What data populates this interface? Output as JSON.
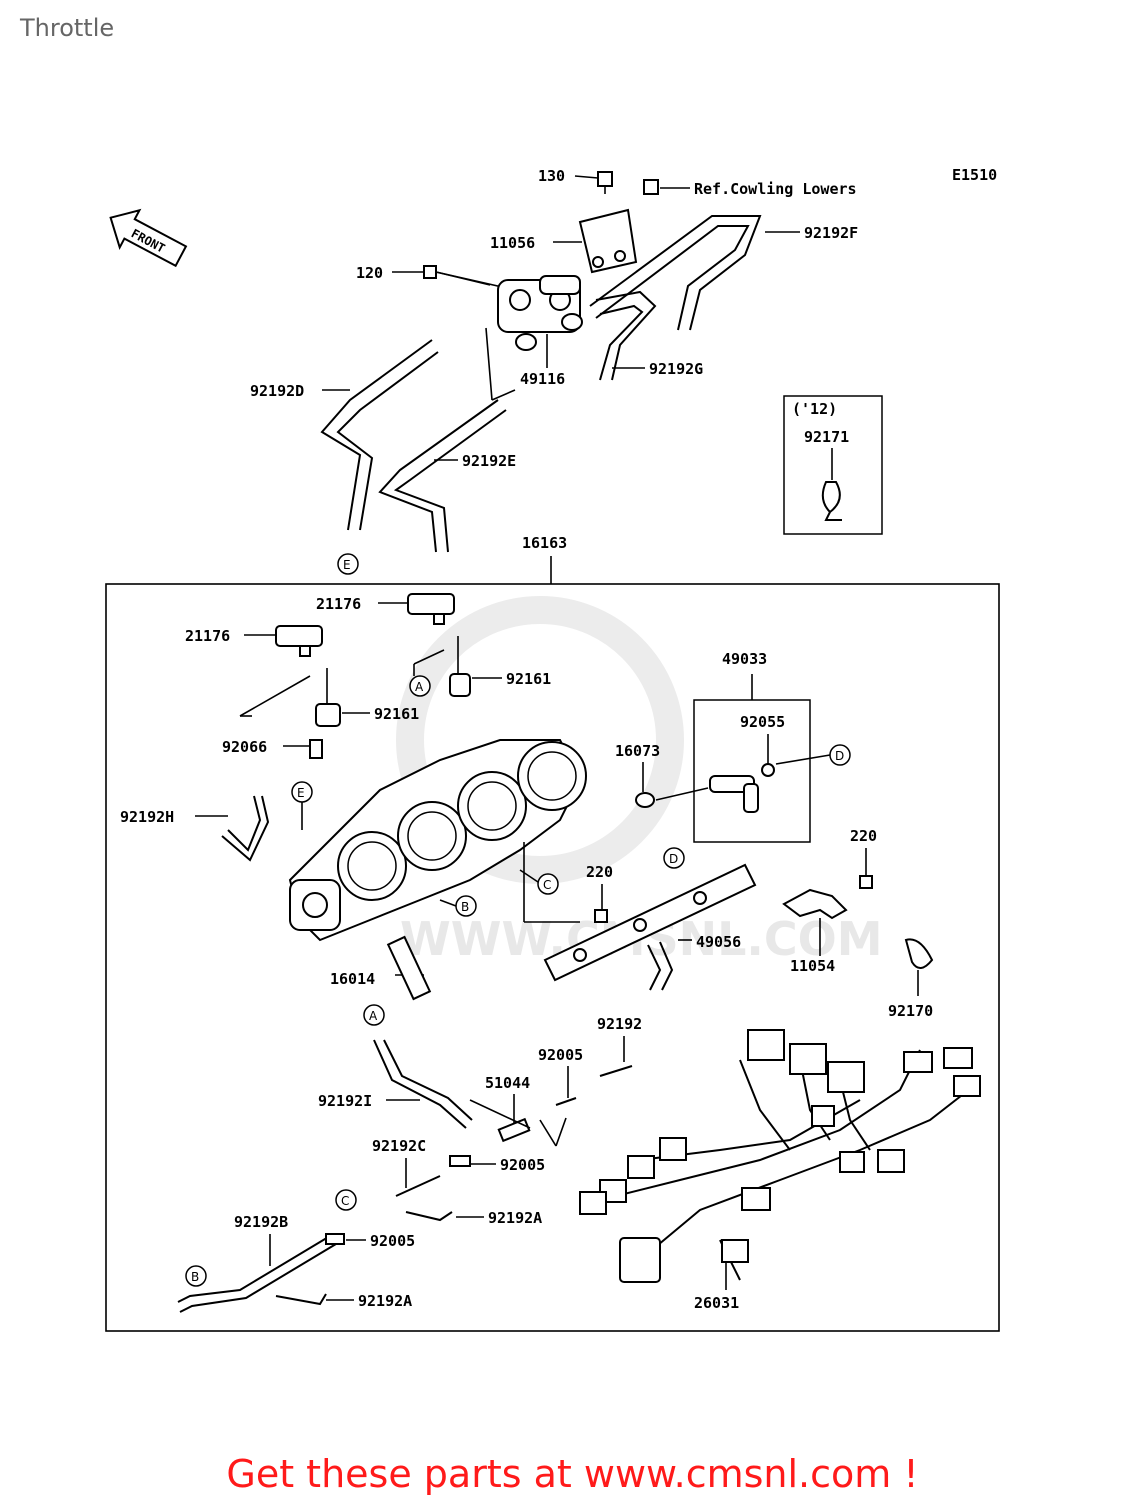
{
  "page": {
    "title": "Throttle",
    "promo": "Get these parts at www.cmsnl.com !"
  },
  "diagram": {
    "code": "E1510",
    "front_label": "FRONT",
    "ref_note": "Ref.Cowling Lowers",
    "year_box": "('12)",
    "watermark": "WWW.CMSNL.COM",
    "callouts": {
      "A": "A",
      "B": "B",
      "C": "C",
      "D": "D",
      "E": "E"
    },
    "parts": {
      "p130": "130",
      "p11056": "11056",
      "p120": "120",
      "p92192F": "92192F",
      "p92192G": "92192G",
      "p49116": "49116",
      "p92192D": "92192D",
      "p92192E": "92192E",
      "p92171": "92171",
      "p16163": "16163",
      "p21176a": "21176",
      "p21176b": "21176",
      "p92161a": "92161",
      "p92161b": "92161",
      "p49033": "49033",
      "p92055": "92055",
      "p16073": "16073",
      "p92066": "92066",
      "p92192H": "92192H",
      "p220a": "220",
      "p220b": "220",
      "p49056": "49056",
      "p11054": "11054",
      "p16014": "16014",
      "p92170": "92170",
      "p92192": "92192",
      "p92005a": "92005",
      "p51044": "51044",
      "p92192I": "92192I",
      "p92192C": "92192C",
      "p92005b": "92005",
      "p92192A1": "92192A",
      "p92192B": "92192B",
      "p92005c": "92005",
      "p92192A2": "92192A",
      "p26031": "26031"
    }
  }
}
